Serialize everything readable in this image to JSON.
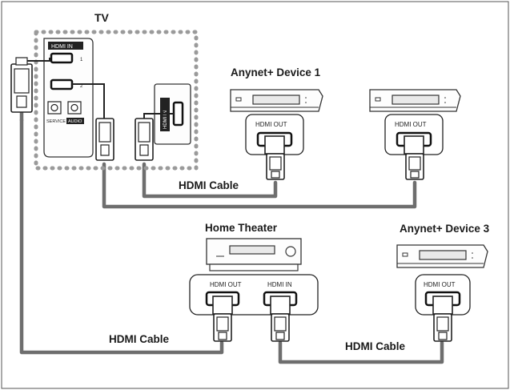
{
  "labels": {
    "tv": "TV",
    "device1": "Anynet+ Device 1",
    "home_theater": "Home Theater",
    "device3": "Anynet+ Device 3",
    "cable_top": "HDMI Cable",
    "cable_bottom_left": "HDMI Cable",
    "cable_bottom_right": "HDMI Cable"
  },
  "ports": {
    "hdmi_out": "HDMI OUT",
    "hdmi_in": "HDMI IN",
    "tv_hdmi_in": "HDMI IN",
    "tv_side_hdmi_in": "HDMI IN",
    "tv_service": "SERVICE",
    "tv_audio": "AUDIO",
    "tv_port_1": "1",
    "tv_port_2": "2"
  },
  "colors": {
    "cable": "#6e6e6e",
    "outline": "#333333",
    "dotted_border": "#9a9a9a"
  }
}
